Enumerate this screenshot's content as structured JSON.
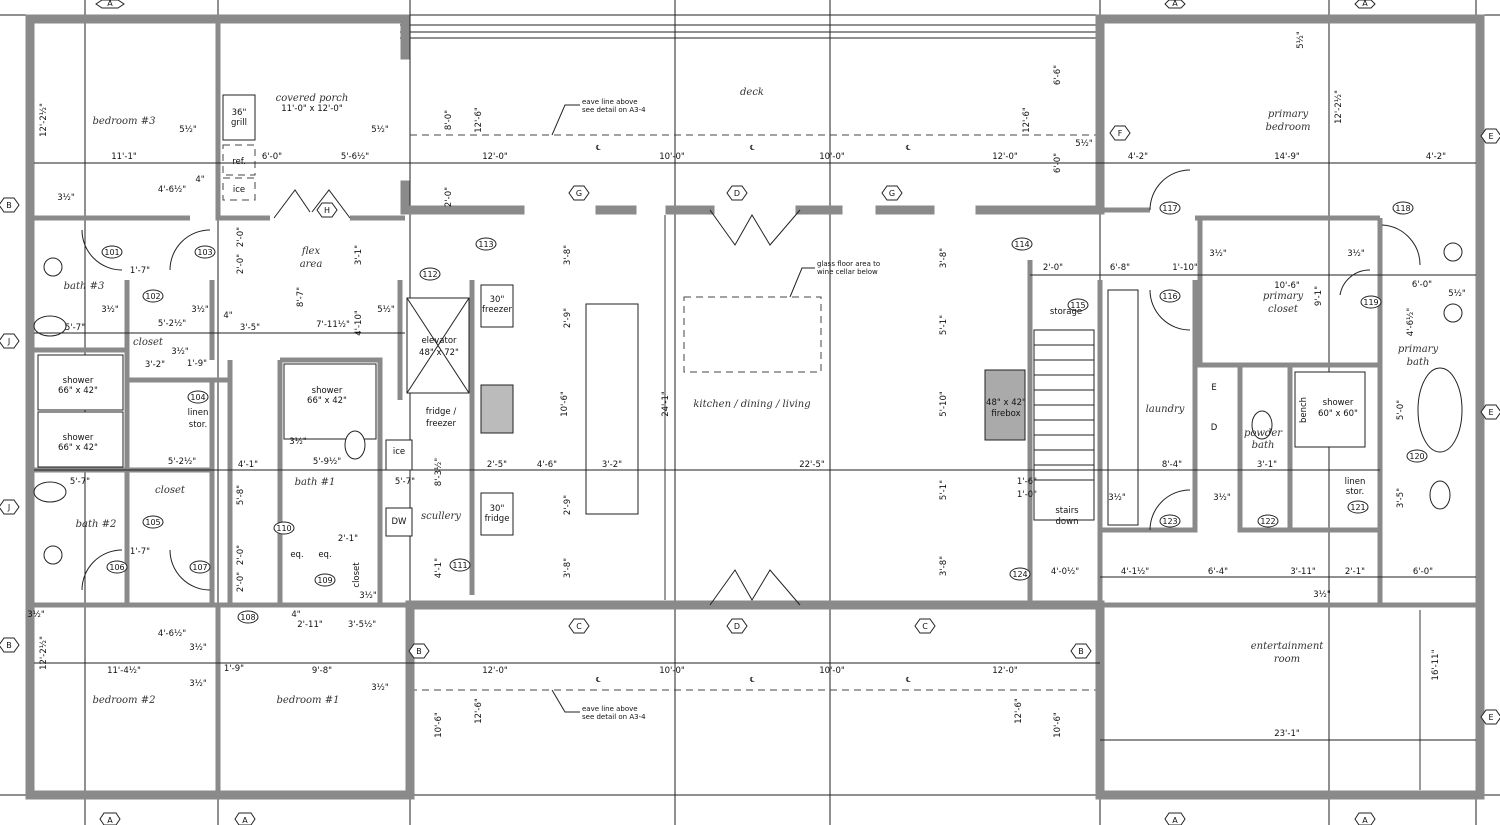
{
  "rooms": {
    "bedroom3": "bedroom #3",
    "porch": "covered porch",
    "porch_size": "11'-0\" x 12'-0\"",
    "grill_a": "36\"",
    "grill_b": "grill",
    "ref": "ref.",
    "ice": "ice",
    "deck": "deck",
    "primary_bedroom_a": "primary",
    "primary_bedroom_b": "bedroom",
    "flex_a": "flex",
    "flex_b": "area",
    "bath3": "bath #3",
    "closet": "closet",
    "elevator": "elevator",
    "elevator_size": "48\" x 72\"",
    "shower": "shower",
    "shower66": "66\" x 42\"",
    "linen": "linen",
    "stor": "stor.",
    "fridge_freezer_a": "fridge /",
    "fridge_freezer_b": "freezer",
    "kitchen": "kitchen / dining / living",
    "firebox_a": "48\" x 42\"",
    "firebox_b": "firebox",
    "laundry": "laundry",
    "primary_closet_a": "primary",
    "primary_closet_b": "closet",
    "primary_bath_a": "primary",
    "primary_bath_b": "bath",
    "powder_a": "powder",
    "powder_b": "bath",
    "bench": "bench",
    "shower60": "60\" x 60\"",
    "stairs_a": "stairs",
    "stairs_b": "down",
    "storage": "storage",
    "bath1": "bath #1",
    "bath2": "bath #2",
    "scullery": "scullery",
    "freezer30_a": "30\"",
    "freezer30_b": "freezer",
    "fridge30_b": "fridge",
    "dw": "DW",
    "eq": "eq.",
    "bedroom2": "bedroom #2",
    "bedroom1": "bedroom #1",
    "entertainment_a": "entertainment",
    "entertainment_b": "room",
    "e_mark": "E",
    "d_mark": "D"
  },
  "notes": {
    "eave_a": "eave line above",
    "eave_b": "see detail on A3-4",
    "glass_a": "glass floor area to",
    "glass_b": "wine cellar below",
    "cl": "℄"
  },
  "dims": {
    "top": [
      "11'-1\"",
      "6'-0\"",
      "5'-6½\"",
      "12'-0\"",
      "10'-0\"",
      "10'-0\"",
      "12'-0\"",
      "4'-2\"",
      "14'-9\"",
      "4'-2\""
    ],
    "bottom": [
      "11'-4½\"",
      "9'-8\"",
      "12'-0\"",
      "10'-0\"",
      "10'-0\"",
      "12'-0\""
    ],
    "middle": [
      "5'-2½\"",
      "4'-1\"",
      "5'-9½\"",
      "5'-7\"",
      "2'-5\"",
      "4'-6\"",
      "3'-2\"",
      "22'-5\"",
      "8'-4\"",
      "3'-1\""
    ],
    "row326": [
      "5'-7\"",
      "3'-5\"",
      "7'-11½\"",
      "5'-2½\"",
      "4\""
    ],
    "row268": [
      "2'-0\"",
      "6'-8\"",
      "1'-10\""
    ],
    "row288": [
      "10'-6\"",
      "6'-0\""
    ],
    "row571": [
      "4'-0½\"",
      "4'-1½\"",
      "6'-4\"",
      "3'-11\"",
      "2'-1\"",
      "6'-0\""
    ],
    "ent_width": "23'-1\"",
    "misc": [
      "4'-6½\"",
      "4'-6½\"",
      "2'-11\"",
      "3'-5½\"",
      "1'-9\"",
      "1'-7\"",
      "1'-7\"",
      "3'-2\"",
      "5'-7\"",
      "4\"",
      "4\"",
      "1'-9\"",
      "2'-1\"",
      "1'-6\"",
      "1'-0\""
    ],
    "fractions": [
      "5½\"",
      "5½\"",
      "3½\"",
      "3½\"",
      "3½\"",
      "3½\"",
      "5½\"",
      "3½\"",
      "3½\"",
      "3½\"",
      "3½\"",
      "3½\"",
      "3½\"",
      "5½\"",
      "3½\"",
      "3½\"",
      "3½\"",
      "3½\"",
      "5½\"",
      "3½\""
    ],
    "vertical": [
      "24'-1\"",
      "12'-2½\"",
      "12'-2½\"",
      "12'-2½\"",
      "16'-11\"",
      "12'-6\"",
      "12'-6\"",
      "12'-6\"",
      "12'-6\"",
      "10'-6\"",
      "8'-7\"",
      "8'-0\"",
      "2'-0\"",
      "6'-6\"",
      "6'-0\"",
      "10'-6\"",
      "10'-6\"",
      "3'-8\"",
      "2'-9\"",
      "2'-9\"",
      "3'-8\"",
      "5'-1\"",
      "5'-10\"",
      "5'-1\"",
      "3'-8\"",
      "3'-8\"",
      "9'-1\"",
      "4'-6½\"",
      "5'-0\"",
      "3'-5\"",
      "2'-0\"",
      "2'-0\"",
      "3'-1\"",
      "4'-10\"",
      "5'-8\"",
      "2'-0\"",
      "2'-0\"",
      "4'-1\"",
      "8'-3½\"",
      "5½\""
    ]
  },
  "door_tags": [
    "101",
    "102",
    "103",
    "104",
    "105",
    "106",
    "107",
    "108",
    "109",
    "110",
    "111",
    "112",
    "113",
    "114",
    "115",
    "116",
    "117",
    "118",
    "119",
    "120",
    "121",
    "122",
    "123",
    "124"
  ],
  "grid": {
    "A": "A",
    "B": "B",
    "C": "C",
    "D": "D",
    "E": "E",
    "F": "F",
    "G": "G",
    "H": "H",
    "J": "J"
  }
}
